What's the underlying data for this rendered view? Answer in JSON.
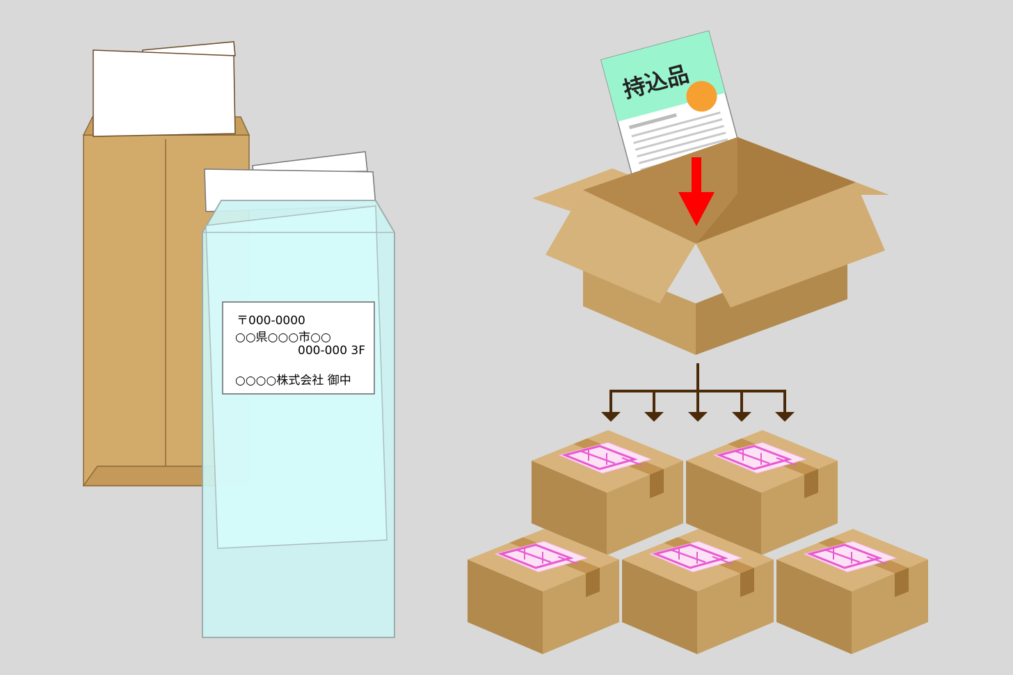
{
  "colors": {
    "background": "#d9d9d9",
    "kraft": "#d2ab6b",
    "kraft_dark": "#8a6a3a",
    "clear_sleeve": "#cdf4f4",
    "label_pink": "#e85bd0",
    "tag_green": "#9af5cf",
    "seal_orange": "#f5a030",
    "arrow_red": "#ff0000",
    "tree_brown": "#4a2a08",
    "box_top": "#d8b47c",
    "box_side": "#c6a063",
    "box_front": "#b28a4e"
  },
  "address_label": {
    "postal": "〒000-0000",
    "line1": "○○県○○○市○○",
    "line2": "000-000 3F",
    "recipient": "○○○○株式会社 御中"
  },
  "slip": {
    "title": "持込品"
  },
  "icons": {
    "kraft_envelope": "kraft-envelope-icon",
    "clear_envelope": "clear-envelope-icon",
    "slip": "document-icon",
    "open_box": "open-box-icon",
    "arrow": "down-arrow-icon",
    "boxes": "shipping-box-icon"
  }
}
